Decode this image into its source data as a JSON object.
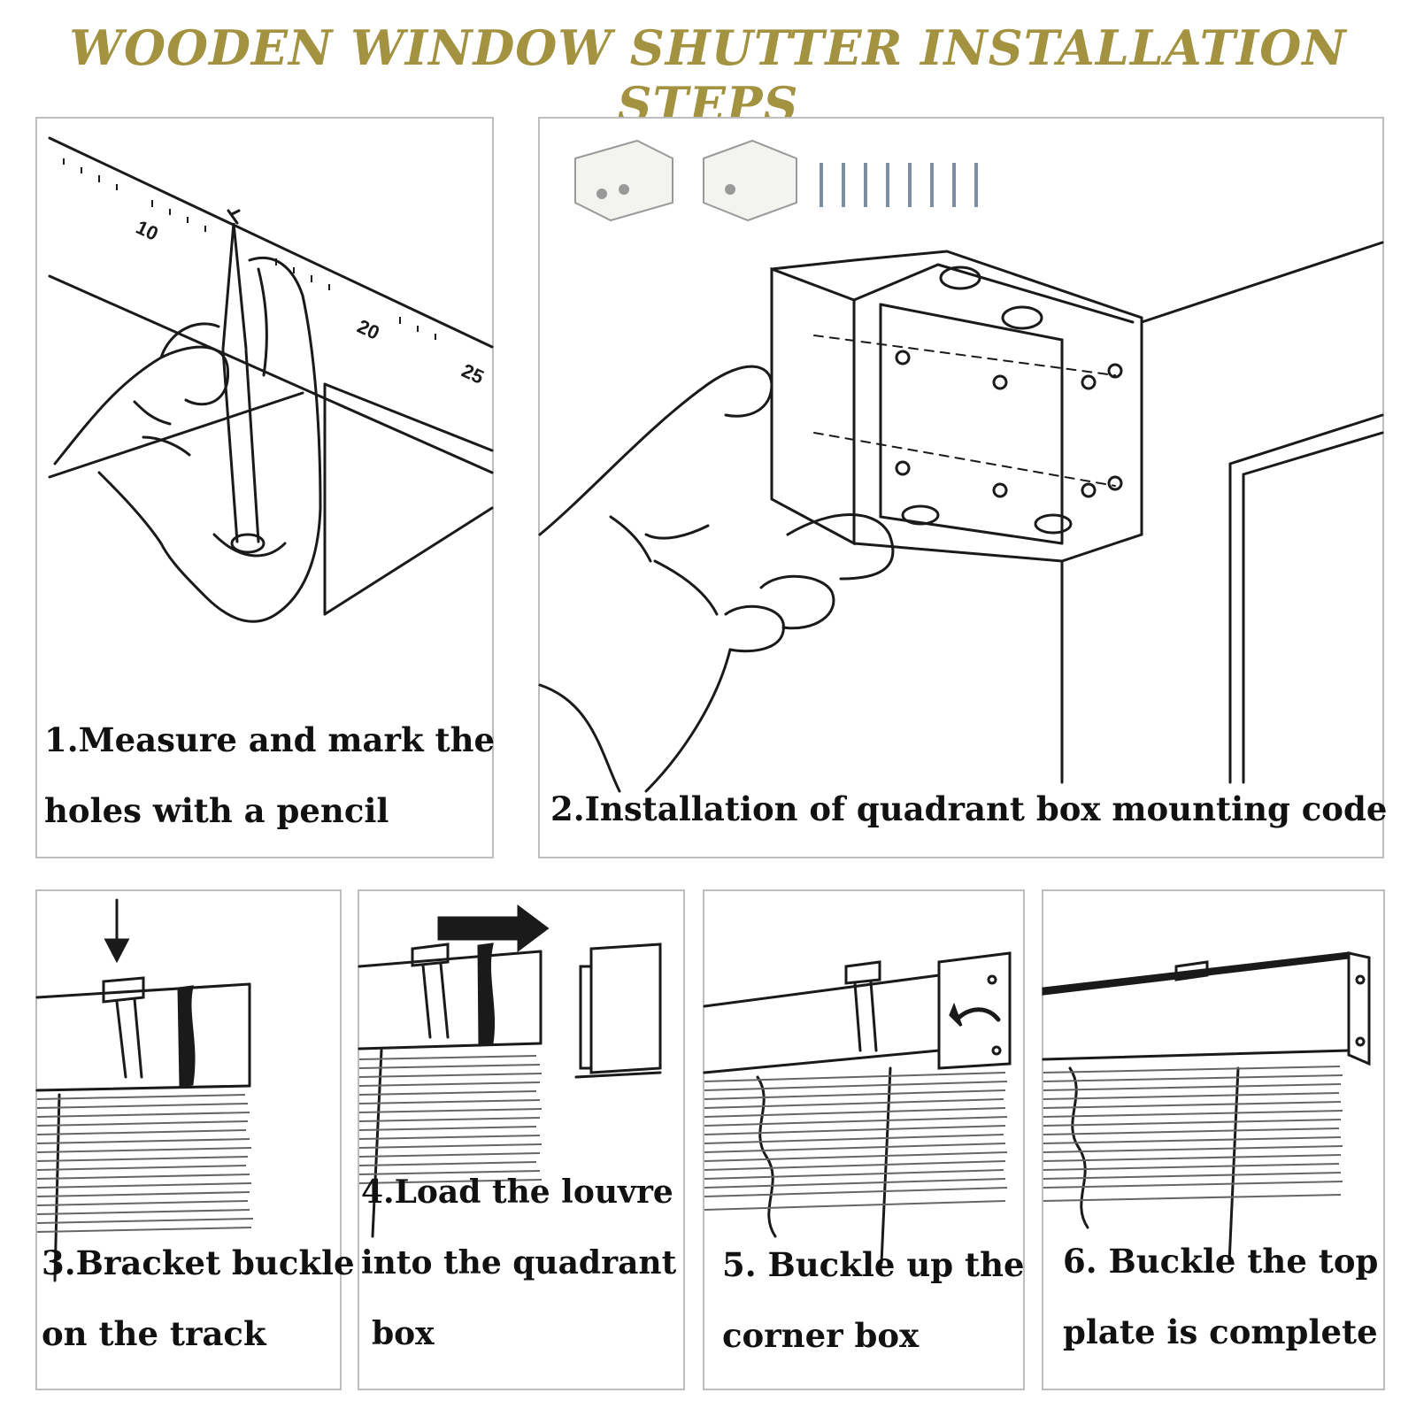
{
  "title": "WOODEN WINDOW SHUTTER INSTALLATION STEPS",
  "colors": {
    "title": "#a39240",
    "border": "#bdbdbd",
    "line": "#1a1a1a"
  },
  "ruler": {
    "mark_10": "10",
    "mark_20": "20",
    "mark_25": "25"
  },
  "steps": [
    {
      "line1": "1.Measure and mark the",
      "line2": "holes with a pencil"
    },
    {
      "line1": "2.Installation of quadrant box mounting code"
    },
    {
      "line1": "3.Bracket buckle",
      "line2": "on the track"
    },
    {
      "line1": "4.Load the louvre",
      "line2": "into the quadrant",
      "line3": "box"
    },
    {
      "line1": "5. Buckle up the",
      "line2": "corner box"
    },
    {
      "line1": "6. Buckle the top",
      "line2": "plate is complete"
    }
  ]
}
